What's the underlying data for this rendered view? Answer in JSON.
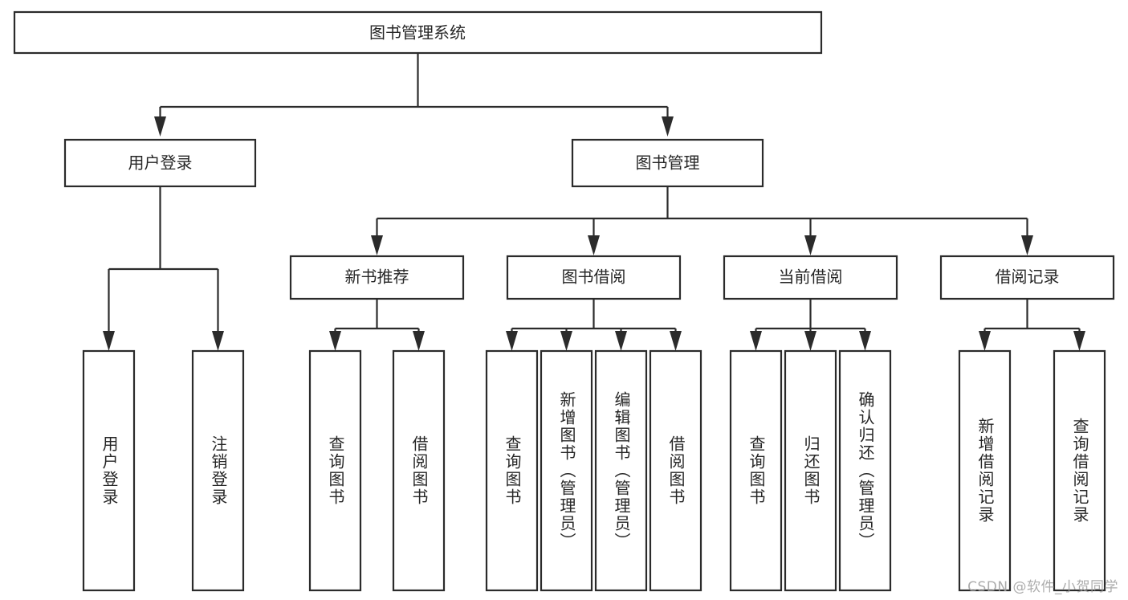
{
  "diagram": {
    "title": "图书管理系统",
    "type": "tree-hierarchy",
    "watermark": "CSDN @软件_小贺同学",
    "colors": {
      "box_stroke": "#2b2b2b",
      "box_fill": "#ffffff",
      "text": "#262626",
      "connector": "#2b2b2b",
      "background": "#ffffff",
      "watermark": "#9e9e9e"
    },
    "root": {
      "label": "图书管理系统"
    },
    "level1": [
      {
        "label": "用户登录"
      },
      {
        "label": "图书管理"
      }
    ],
    "level2": [
      {
        "label": "新书推荐"
      },
      {
        "label": "图书借阅"
      },
      {
        "label": "当前借阅"
      },
      {
        "label": "借阅记录"
      }
    ],
    "leaves": {
      "user_login": [
        {
          "label": "用户登录"
        },
        {
          "label": "注销登录"
        }
      ],
      "new_book_recommend": [
        {
          "label": "查询图书"
        },
        {
          "label": "借阅图书"
        }
      ],
      "book_borrow": [
        {
          "label": "查询图书"
        },
        {
          "label": "新增图书（管理员）"
        },
        {
          "label": "编辑图书（管理员）"
        },
        {
          "label": "借阅图书"
        }
      ],
      "current_borrow": [
        {
          "label": "查询图书"
        },
        {
          "label": "归还图书"
        },
        {
          "label": "确认归还（管理员）"
        }
      ],
      "borrow_record": [
        {
          "label": "新增借阅记录"
        },
        {
          "label": "查询借阅记录"
        }
      ]
    }
  }
}
